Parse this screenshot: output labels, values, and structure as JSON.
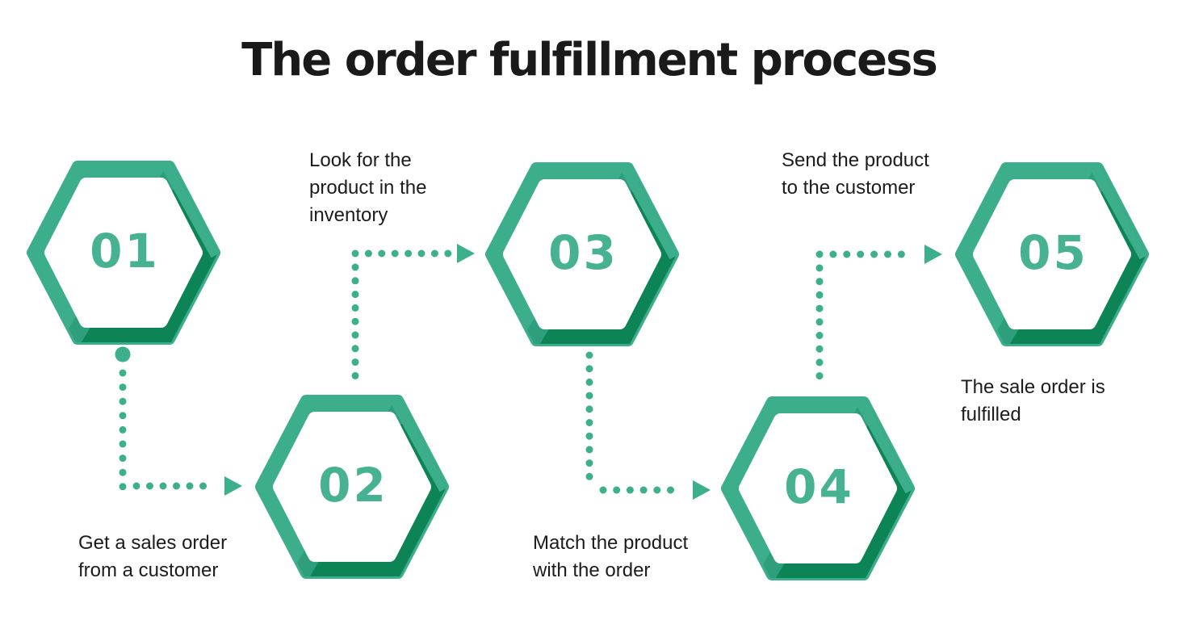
{
  "title": "The order fulfillment process",
  "colors": {
    "mint": "#3CAE8C",
    "mint_shadow": "#2F9E7D",
    "dark_green": "#0C8456",
    "number": "#47B291",
    "dots": "#3CAF8C",
    "text": "#1C1C1C",
    "background": "#FFFFFF"
  },
  "steps": [
    {
      "number": "01",
      "label": "Get a sales order from a customer",
      "label_lines": [
        "Get a sales order",
        "from a customer",
        ""
      ]
    },
    {
      "number": "02",
      "label": "Look for the product in the inventory",
      "label_lines": [
        "Look for the",
        "product in the",
        "inventory"
      ]
    },
    {
      "number": "03",
      "label": "Match the product with the order",
      "label_lines": [
        "Match the product",
        "with the order",
        ""
      ]
    },
    {
      "number": "04",
      "label": "Send the product to the customer",
      "label_lines": [
        "Send the product",
        "to the customer",
        ""
      ]
    },
    {
      "number": "05",
      "label": "The sale order is fulfilled",
      "label_lines": [
        "The sale order is",
        "fulfilled",
        ""
      ]
    }
  ]
}
